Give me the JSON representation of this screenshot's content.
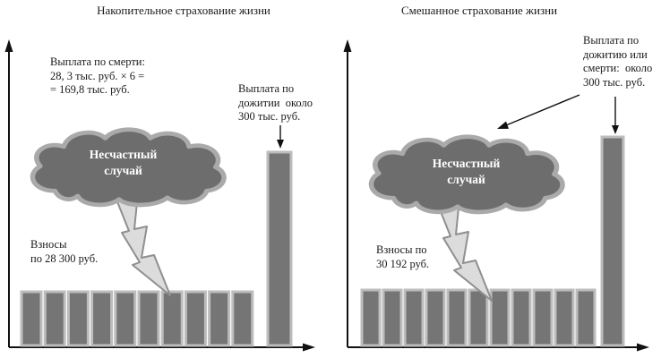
{
  "colors": {
    "axis": "#111111",
    "text": "#1a1a1a",
    "cloud_fill": "#6d6d6d",
    "cloud_stroke": "#aaaaaa",
    "cloud_text": "#ffffff",
    "bolt_fill": "#dcdcdc",
    "bolt_stroke": "#8f8f8f",
    "bar_fill": "#757575",
    "bar_stroke": "#bdbdbd"
  },
  "panels": [
    {
      "id": "accumulative-life-insurance",
      "title": "Накопительное страхование жизни",
      "death_payout_note": "Выплата по смерти:\n28, 3 тыс. руб. × 6 =\n= 169,8 тыс. руб.",
      "survival_payout_note": "Выплата по\nдожитии  около\n300 тыс. руб.",
      "premium_note": "Взносы\nпо 28 300 руб.",
      "cloud_label": "Несчастный\nслучай",
      "premium_payments_shown": 10
    },
    {
      "id": "mixed-life-insurance",
      "title": "Смешанное страхование жизни",
      "payout_note": "Выплата по\nдожитию или\nсмерти:  около\n300 тыс. руб.",
      "premium_note": "Взносы по\n30 192 руб.",
      "cloud_label": "Несчастный\nслучай",
      "premium_payments_shown": 11
    }
  ]
}
